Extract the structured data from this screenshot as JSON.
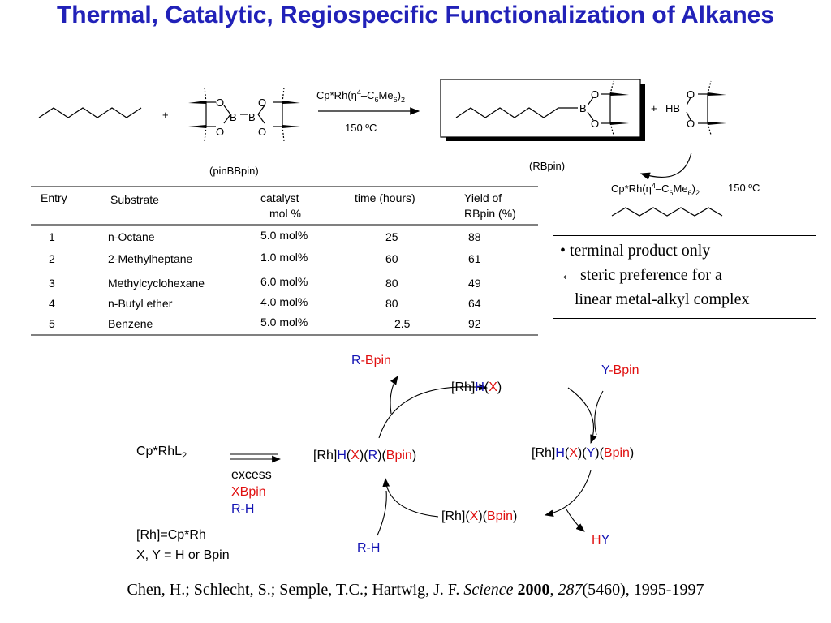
{
  "title": "Thermal, Catalytic, Regiospecific Functionalization of Alkanes",
  "scheme": {
    "plus1": "+",
    "reagent_O1": "O",
    "reagent_O2": "O",
    "reagent_O3": "O",
    "reagent_O4": "O",
    "reagent_B1": "B",
    "reagent_B2": "B",
    "reagent_name": "(pinBBpin)",
    "conditions_catalyst": "Cp*Rh(η4–C6Me6)2",
    "conditions_temp": "150 ºC",
    "product_O1": "O",
    "product_O2": "O",
    "product_B": "B",
    "plus2": "+",
    "hbpin_HB": "HB",
    "hbpin_O1": "O",
    "hbpin_O2": "O",
    "product_name": "(RBpin)",
    "recycle_catalyst": "Cp*Rh(η4–C6Me6)2",
    "recycle_temp": "150 ºC"
  },
  "table": {
    "headers": [
      "Entry",
      "Substrate",
      "catalyst",
      "mol %",
      "time (hours)",
      "Yield of",
      "RBpin (%)"
    ],
    "rows": [
      {
        "entry": "1",
        "substrate": "n-Octane",
        "catalyst": "5.0 mol%",
        "time": "25",
        "yield": "88"
      },
      {
        "entry": "2",
        "substrate": "2-Methylheptane",
        "catalyst": "1.0 mol%",
        "time": "60",
        "yield": "61"
      },
      {
        "entry": "3",
        "substrate": "Methylcyclohexane",
        "catalyst": "6.0 mol%",
        "time": "80",
        "yield": "49"
      },
      {
        "entry": "4",
        "substrate": "n-Butyl ether",
        "catalyst": "4.0 mol%",
        "time": "80",
        "yield": "64"
      },
      {
        "entry": "5",
        "substrate": "Benzene",
        "catalyst": "5.0 mol%",
        "time": "2.5",
        "yield": "92"
      }
    ]
  },
  "notes": {
    "line1": "• terminal product only",
    "line2": "← steric preference for a",
    "line3": "linear metal-alkyl complex"
  },
  "cycle": {
    "precatalyst": "Cp*RhL",
    "precatalyst_sub": "2",
    "excess": "excess",
    "xbpin": "XBpin",
    "rh": "R-H",
    "def1": "[Rh]=Cp*Rh",
    "def2": "X, Y = H or Bpin",
    "rbpin_R": "R",
    "rbpin_rest": "-Bpin",
    "ybpin_Y": "Y",
    "ybpin_rest": "-Bpin",
    "hy_H": "H",
    "hy_Y": "Y",
    "rh_in": "R-H"
  },
  "citation": {
    "authors": "Chen, H.; Schlecht, S.; Semple, T.C.; Hartwig, J. F. ",
    "journal": "Science",
    "year": "2000",
    "volume": "287",
    "pages": "(5460), 1995-1997"
  }
}
